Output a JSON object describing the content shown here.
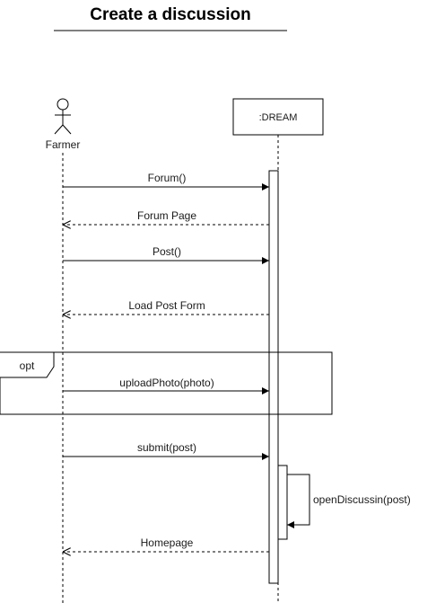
{
  "title": "Create a discussion",
  "actor": {
    "name": "Farmer",
    "icon": "stick-figure-icon"
  },
  "system": {
    "name": ":DREAM"
  },
  "messages": [
    {
      "label": "Forum()",
      "kind": "sync"
    },
    {
      "label": "Forum Page",
      "kind": "return"
    },
    {
      "label": "Post()",
      "kind": "sync"
    },
    {
      "label": "Load Post Form",
      "kind": "return"
    },
    {
      "label": "uploadPhoto(photo)",
      "kind": "sync"
    },
    {
      "label": "submit(post)",
      "kind": "sync"
    },
    {
      "label": "openDiscussin(post)",
      "kind": "self"
    },
    {
      "label": "Homepage",
      "kind": "return"
    }
  ],
  "fragment": {
    "operator": "opt"
  },
  "colors": {
    "stroke": "#000000",
    "text": "#1a1a1a",
    "background": "#ffffff"
  }
}
